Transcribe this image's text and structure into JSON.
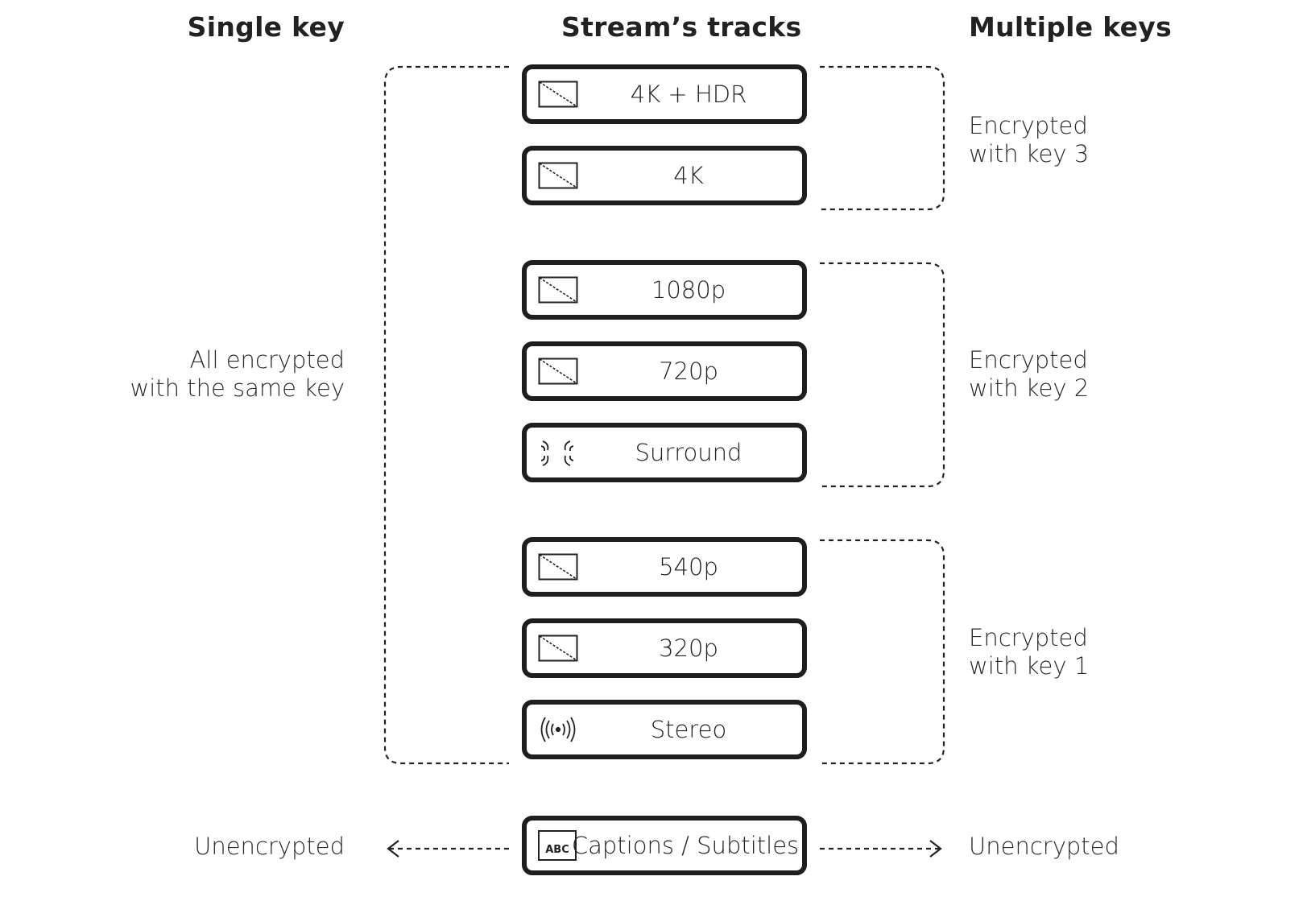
{
  "headers": {
    "single_key": "Single key",
    "tracks": "Stream’s tracks",
    "multiple_keys": "Multiple keys"
  },
  "tracks": [
    {
      "label": "4K + HDR",
      "icon": "video-icon"
    },
    {
      "label": "4K",
      "icon": "video-icon"
    },
    {
      "label": "1080p",
      "icon": "video-icon"
    },
    {
      "label": "720p",
      "icon": "video-icon"
    },
    {
      "label": "Surround",
      "icon": "surround-audio-icon"
    },
    {
      "label": "540p",
      "icon": "video-icon"
    },
    {
      "label": "320p",
      "icon": "video-icon"
    },
    {
      "label": "Stereo",
      "icon": "stereo-audio-icon"
    },
    {
      "label": "Captions / Subtitles",
      "icon": "captions-icon",
      "icon_text": "ABC"
    }
  ],
  "single_key": {
    "group_note_line1": "All encrypted",
    "group_note_line2": "with the same key",
    "captions_note": "Unencrypted"
  },
  "multiple_keys": {
    "groups": [
      {
        "line1": "Encrypted",
        "line2": "with key 3"
      },
      {
        "line1": "Encrypted",
        "line2": "with key 2"
      },
      {
        "line1": "Encrypted",
        "line2": "with key 1"
      }
    ],
    "captions_note": "Unencrypted"
  }
}
